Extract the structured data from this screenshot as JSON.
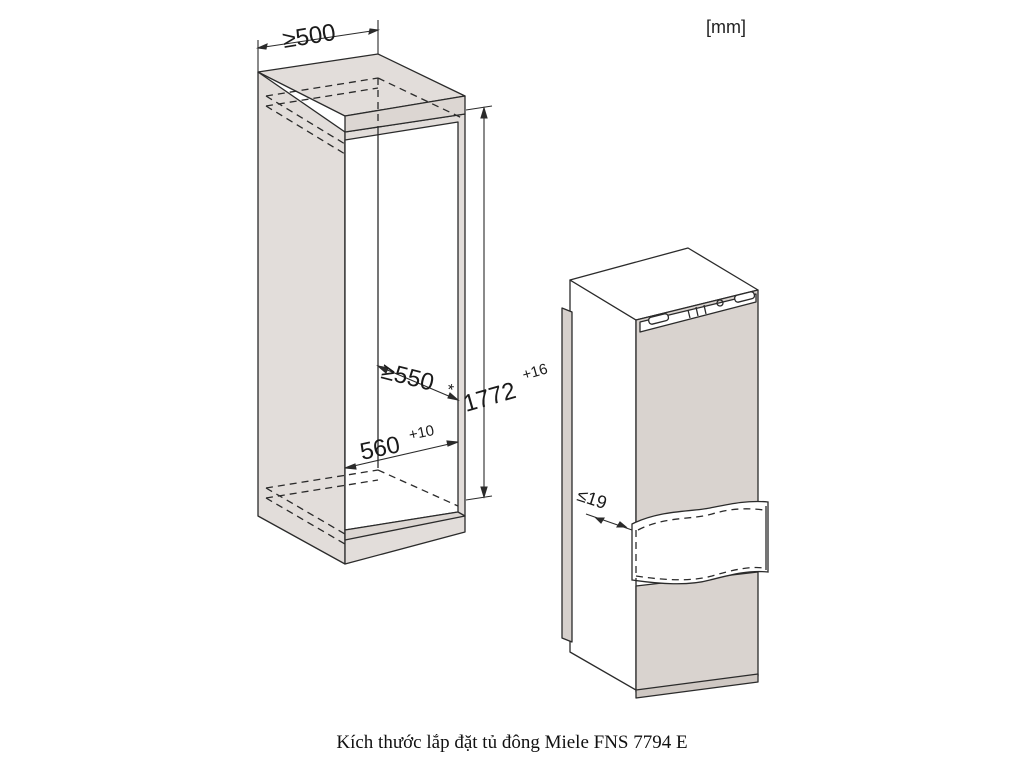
{
  "unit_label": "[mm]",
  "caption": "Kích thước lắp đặt tủ đông Miele FNS 7794 E",
  "dimensions": {
    "niche_depth": "≥500",
    "niche_height": "1772",
    "niche_height_tolerance": "+16",
    "niche_width": "560",
    "niche_width_tolerance": "+10",
    "min_depth": "≥550",
    "min_depth_note": "*",
    "door_gap": "≤19"
  },
  "colors": {
    "cabinet_fill": "#e2ddda",
    "cabinet_side": "#d6d0cc",
    "appliance_front": "#d9d3cf",
    "line": "#2b2b2b"
  }
}
